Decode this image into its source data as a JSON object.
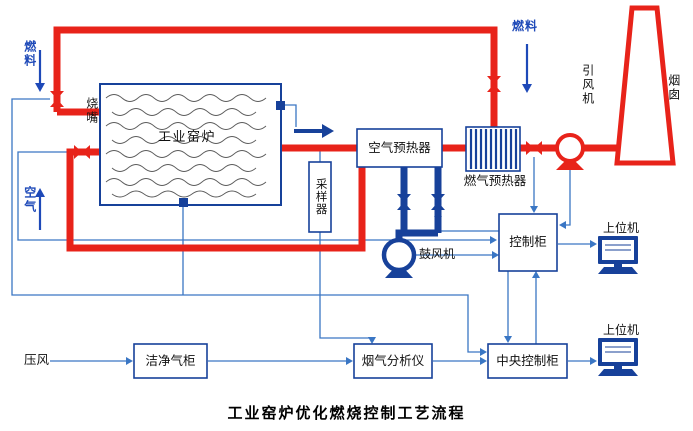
{
  "diagram": {
    "title": "工业窑炉优化燃烧控制工艺流程",
    "flows": {
      "fuel_left": "燃料",
      "fuel_right": "燃料",
      "air": "空气",
      "compressed_air": "压风"
    },
    "components": {
      "burner": "烧嘴",
      "kiln": "工业窑炉",
      "sampler": "采样器",
      "air_preheater": "空气预热器",
      "gas_preheater": "燃气预热器",
      "induced_fan": "引风机",
      "chimney": "烟囱",
      "blower": "鼓风机",
      "control_cabinet": "控制柜",
      "host_computer_top": "上位机",
      "host_computer_bottom": "上位机",
      "clean_gas_cabinet": "洁净气柜",
      "flue_gas_analyzer": "烟气分析仪",
      "central_control_cabinet": "中央控制柜"
    },
    "colors": {
      "pipe_red": "#e8231a",
      "pipe_blue": "#17419a",
      "signal_blue": "#3a76c4",
      "flow_label_blue": "#1e49b8"
    }
  }
}
